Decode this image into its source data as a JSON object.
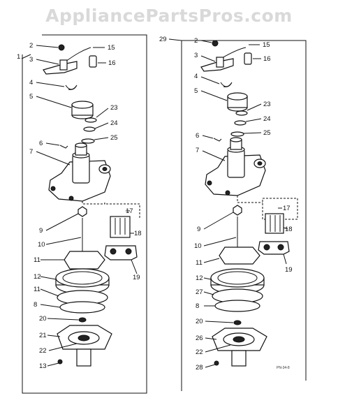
{
  "watermark": "AppliancePartsPros.com",
  "drawing_ref": "PN-34-8",
  "left_panel": {
    "id": "1",
    "labels": {
      "p2": "2",
      "p15": "15",
      "p3": "3",
      "p16": "16",
      "p4": "4",
      "p5": "5",
      "p23": "23",
      "p24": "24",
      "p6": "6",
      "p25": "25",
      "p7": "7",
      "p17": "17",
      "p9": "9",
      "p18": "18",
      "p10": "10",
      "p11a": "11",
      "p19": "19",
      "p12": "12",
      "p11b": "11",
      "p8": "8",
      "p20": "20",
      "p21": "21",
      "p22": "22",
      "p13": "13"
    }
  },
  "right_panel": {
    "id": "29",
    "labels": {
      "p2": "2",
      "p15": "15",
      "p3": "3",
      "p16": "16",
      "p4": "4",
      "p5": "5",
      "p23": "23",
      "p24": "24",
      "p6": "6",
      "p25": "25",
      "p7": "7",
      "p17": "17",
      "p9": "9",
      "p18": "18",
      "p10": "10",
      "p11": "11",
      "p19": "19",
      "p12": "12",
      "p27": "27",
      "p8": "8",
      "p20": "20",
      "p26": "26",
      "p22": "22",
      "p28": "28"
    }
  }
}
